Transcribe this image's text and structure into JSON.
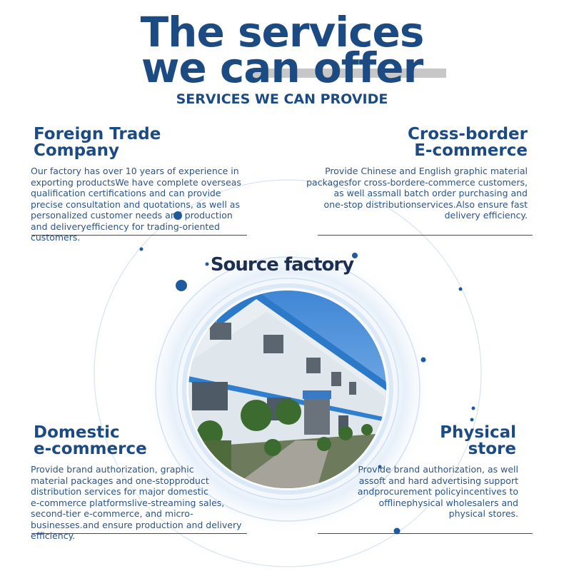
{
  "header": {
    "title_line1": "The services",
    "title_line2": "we can offer",
    "subtitle": "SERVICES WE CAN PROVIDE"
  },
  "center": {
    "label": "Source factory"
  },
  "sections": {
    "foreign": {
      "title_line1": "Foreign Trade",
      "title_line2": "Company",
      "lines": [
        "Our factory has over 10 years of experience in",
        "exporting productsWe have complete overseas",
        "qualification certifications and can provide",
        "precise consultation and quotations, as well as",
        "personalized customer needs and production",
        "and deliveryefficiency for trading-oriented customers."
      ]
    },
    "crossborder": {
      "title_line1": "Cross-border",
      "title_line2": "E-commerce",
      "lines": [
        "Provide Chinese and English graphic material",
        "packagesfor cross-bordere-commerce customers,",
        "as well assmall batch order purchasing and",
        "one-stop distributionservices.Also ensure fast",
        "delivery efficiency."
      ]
    },
    "domestic": {
      "title_line1": "Domestic",
      "title_line2": "e-commerce",
      "lines": [
        "Provide brand authorization, graphic",
        "material packages and one-stopproduct",
        "distribution services for major domestic",
        "e-commerce platformslive-streaming sales,",
        " second-tier e-commerce, and micro-",
        "businesses.and ensure production and delivery efficiency."
      ]
    },
    "physical": {
      "title_line1": "Physical",
      "title_line2": "store",
      "lines": [
        "Provide brand authorization, as well",
        "assoft and hard advertising support",
        "andprocurement policyincentives to",
        "offlinephysical wholesalers and",
        "physical stores."
      ]
    }
  },
  "colors": {
    "title": "#1c4b83",
    "accent_dot": "#1d5aa0",
    "ring": "#c9dcef"
  }
}
